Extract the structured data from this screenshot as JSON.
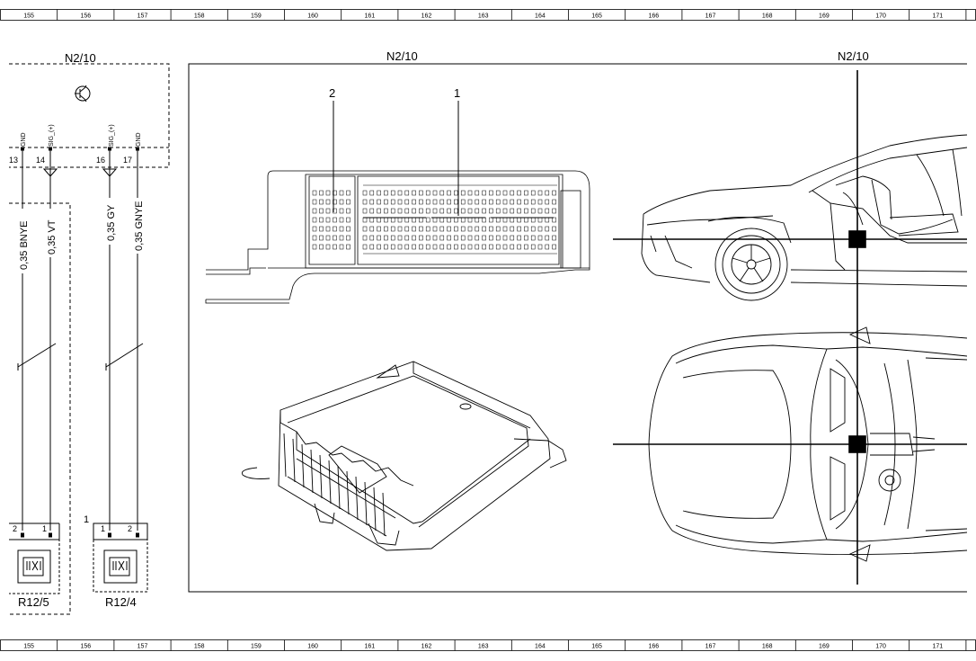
{
  "ruler": {
    "cells": [
      "155",
      "156",
      "157",
      "158",
      "159",
      "160",
      "161",
      "162",
      "163",
      "164",
      "165",
      "166",
      "167",
      "168",
      "169",
      "170",
      "171"
    ]
  },
  "schematic": {
    "module_label": "N2/10",
    "pins": [
      {
        "number": "13",
        "signal": "GND"
      },
      {
        "number": "14",
        "signal": "SIG_(+)"
      },
      {
        "number": "16",
        "signal": "SIG_(+)"
      },
      {
        "number": "17",
        "signal": "GND"
      }
    ],
    "wires": [
      "0,35 BNYE",
      "0,35 VT",
      "0,35 GY",
      "0,35 GNYE"
    ],
    "sensor_left": {
      "label": "R12/5",
      "pin_a": "2",
      "pin_b": "1"
    },
    "sensor_right": {
      "label": "R12/4",
      "pin_a": "1",
      "pin_b": "2",
      "marker": "1"
    }
  },
  "views": {
    "panel_title": "N2/10",
    "vehicle_title": "N2/10",
    "callout_2": "2",
    "callout_1": "1"
  }
}
